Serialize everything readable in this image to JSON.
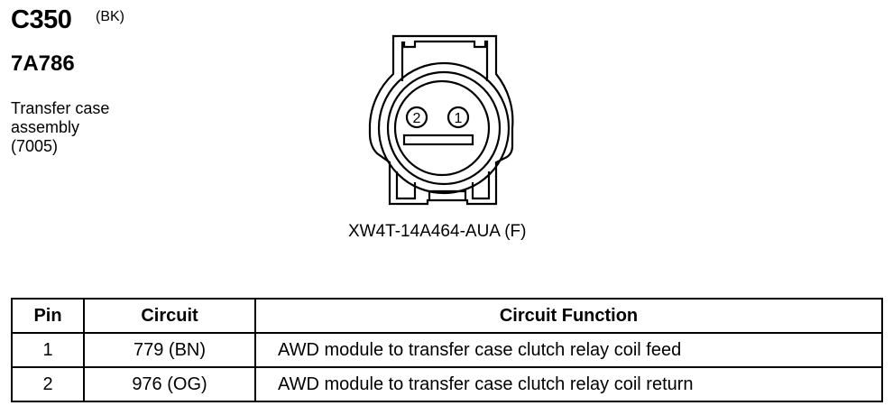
{
  "connector": {
    "id": "C350",
    "color_code": "(BK)",
    "part_number": "7A786",
    "description_lines": [
      "Transfer case",
      "assembly",
      "(7005)"
    ],
    "connector_code": "XW4T-14A464-AUA (F)",
    "pin_labels": [
      "2",
      "1"
    ]
  },
  "table": {
    "headers": {
      "pin": "Pin",
      "circuit": "Circuit",
      "function": "Circuit Function"
    },
    "rows": [
      {
        "pin": "1",
        "circuit": "779 (BN)",
        "function": "AWD module to transfer case clutch relay coil feed"
      },
      {
        "pin": "2",
        "circuit": "976 (OG)",
        "function": "AWD module to transfer case clutch relay coil return"
      }
    ]
  }
}
